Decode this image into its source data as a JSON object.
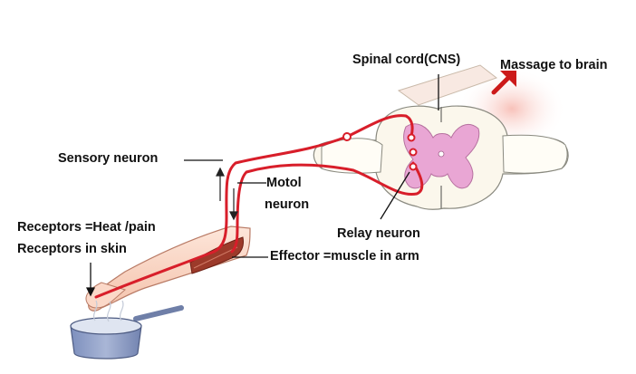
{
  "labels": {
    "spinal_cord": "Spinal cord(CNS)",
    "message_to_brain": "Massage to brain",
    "sensory_neuron": "Sensory neuron",
    "motor_neuron_line1": "Motol",
    "motor_neuron_line2": "neuron",
    "receptors_line1": "Receptors =Heat /pain",
    "receptors_line2": "Receptors in skin",
    "relay_neuron": "Relay neuron",
    "effector": "Effector =muscle in arm"
  },
  "colors": {
    "nerve": "#d81e2a",
    "arrow": "#cc1a1a",
    "spinal_tissue": "#fbf7ec",
    "grey_matter": "#e9a6d4",
    "skin": "#fbd8c8",
    "pan": "#8f9fc4",
    "muscle": "#9c3a2a",
    "text": "#111111"
  },
  "icons": [
    "upward-arrow-icon",
    "down-arrow-icon",
    "pan-icon",
    "hand-icon"
  ]
}
